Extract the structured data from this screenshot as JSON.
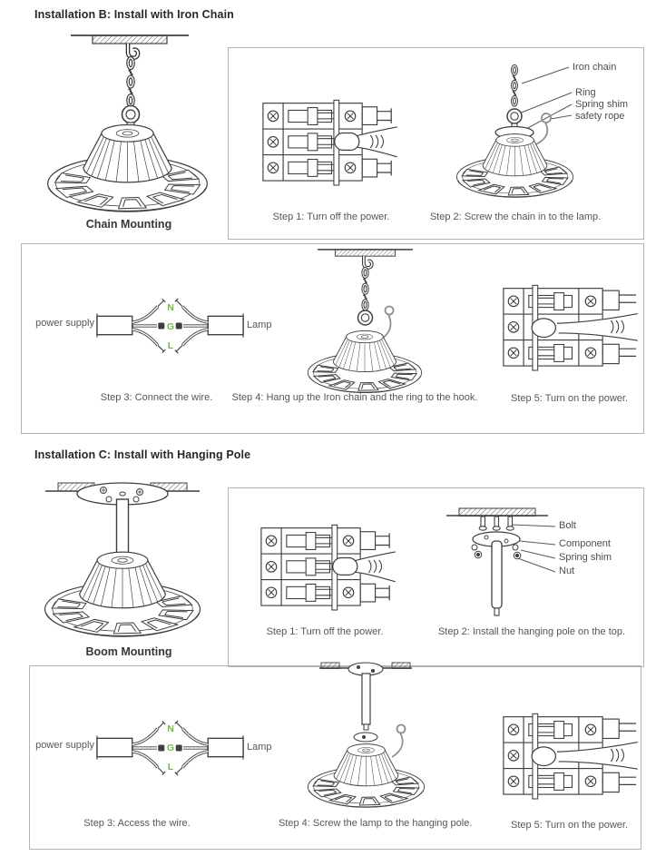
{
  "colors": {
    "line": "#3f3f3f",
    "accent_green": "#77b843",
    "box_border": "#b4b4b4",
    "caption_text": "#55565a",
    "heading_text": "#272727"
  },
  "section_b": {
    "heading": "Installation B: Install with Iron Chain",
    "mounting_caption": "Chain Mounting",
    "step1_caption": "Step 1: Turn off the power.",
    "step2_caption": "Step 2: Screw the chain in to the lamp.",
    "step2_labels": {
      "iron_chain": "Iron chain",
      "ring": "Ring",
      "spring_shim": "Spring shim",
      "safety_rope": "safety rope"
    },
    "step3_caption": "Step 3: Connect the wire.",
    "step4_caption": "Step 4: Hang up the Iron chain and the ring to the hook.",
    "step5_caption": "Step 5: Turn on the power.",
    "wiring": {
      "left_label": "power supply",
      "right_label": "Lamp",
      "wire_n": "N",
      "wire_g": "G",
      "wire_l": "L"
    }
  },
  "section_c": {
    "heading": "Installation C: Install with Hanging Pole",
    "mounting_caption": "Boom Mounting",
    "step1_caption": "Step 1: Turn off the power.",
    "step2_caption": "Step 2: Install the hanging pole on the top.",
    "step2_labels": {
      "bolt": "Bolt",
      "component": "Component",
      "spring_shim": "Spring shim",
      "nut": "Nut"
    },
    "step3_caption": "Step 3: Access the wire.",
    "step4_caption": "Step 4: Screw the lamp to the hanging pole.",
    "step5_caption": "Step 5: Turn on the power.",
    "wiring": {
      "left_label": "power supply",
      "right_label": "Lamp",
      "wire_n": "N",
      "wire_g": "G",
      "wire_l": "L"
    }
  }
}
